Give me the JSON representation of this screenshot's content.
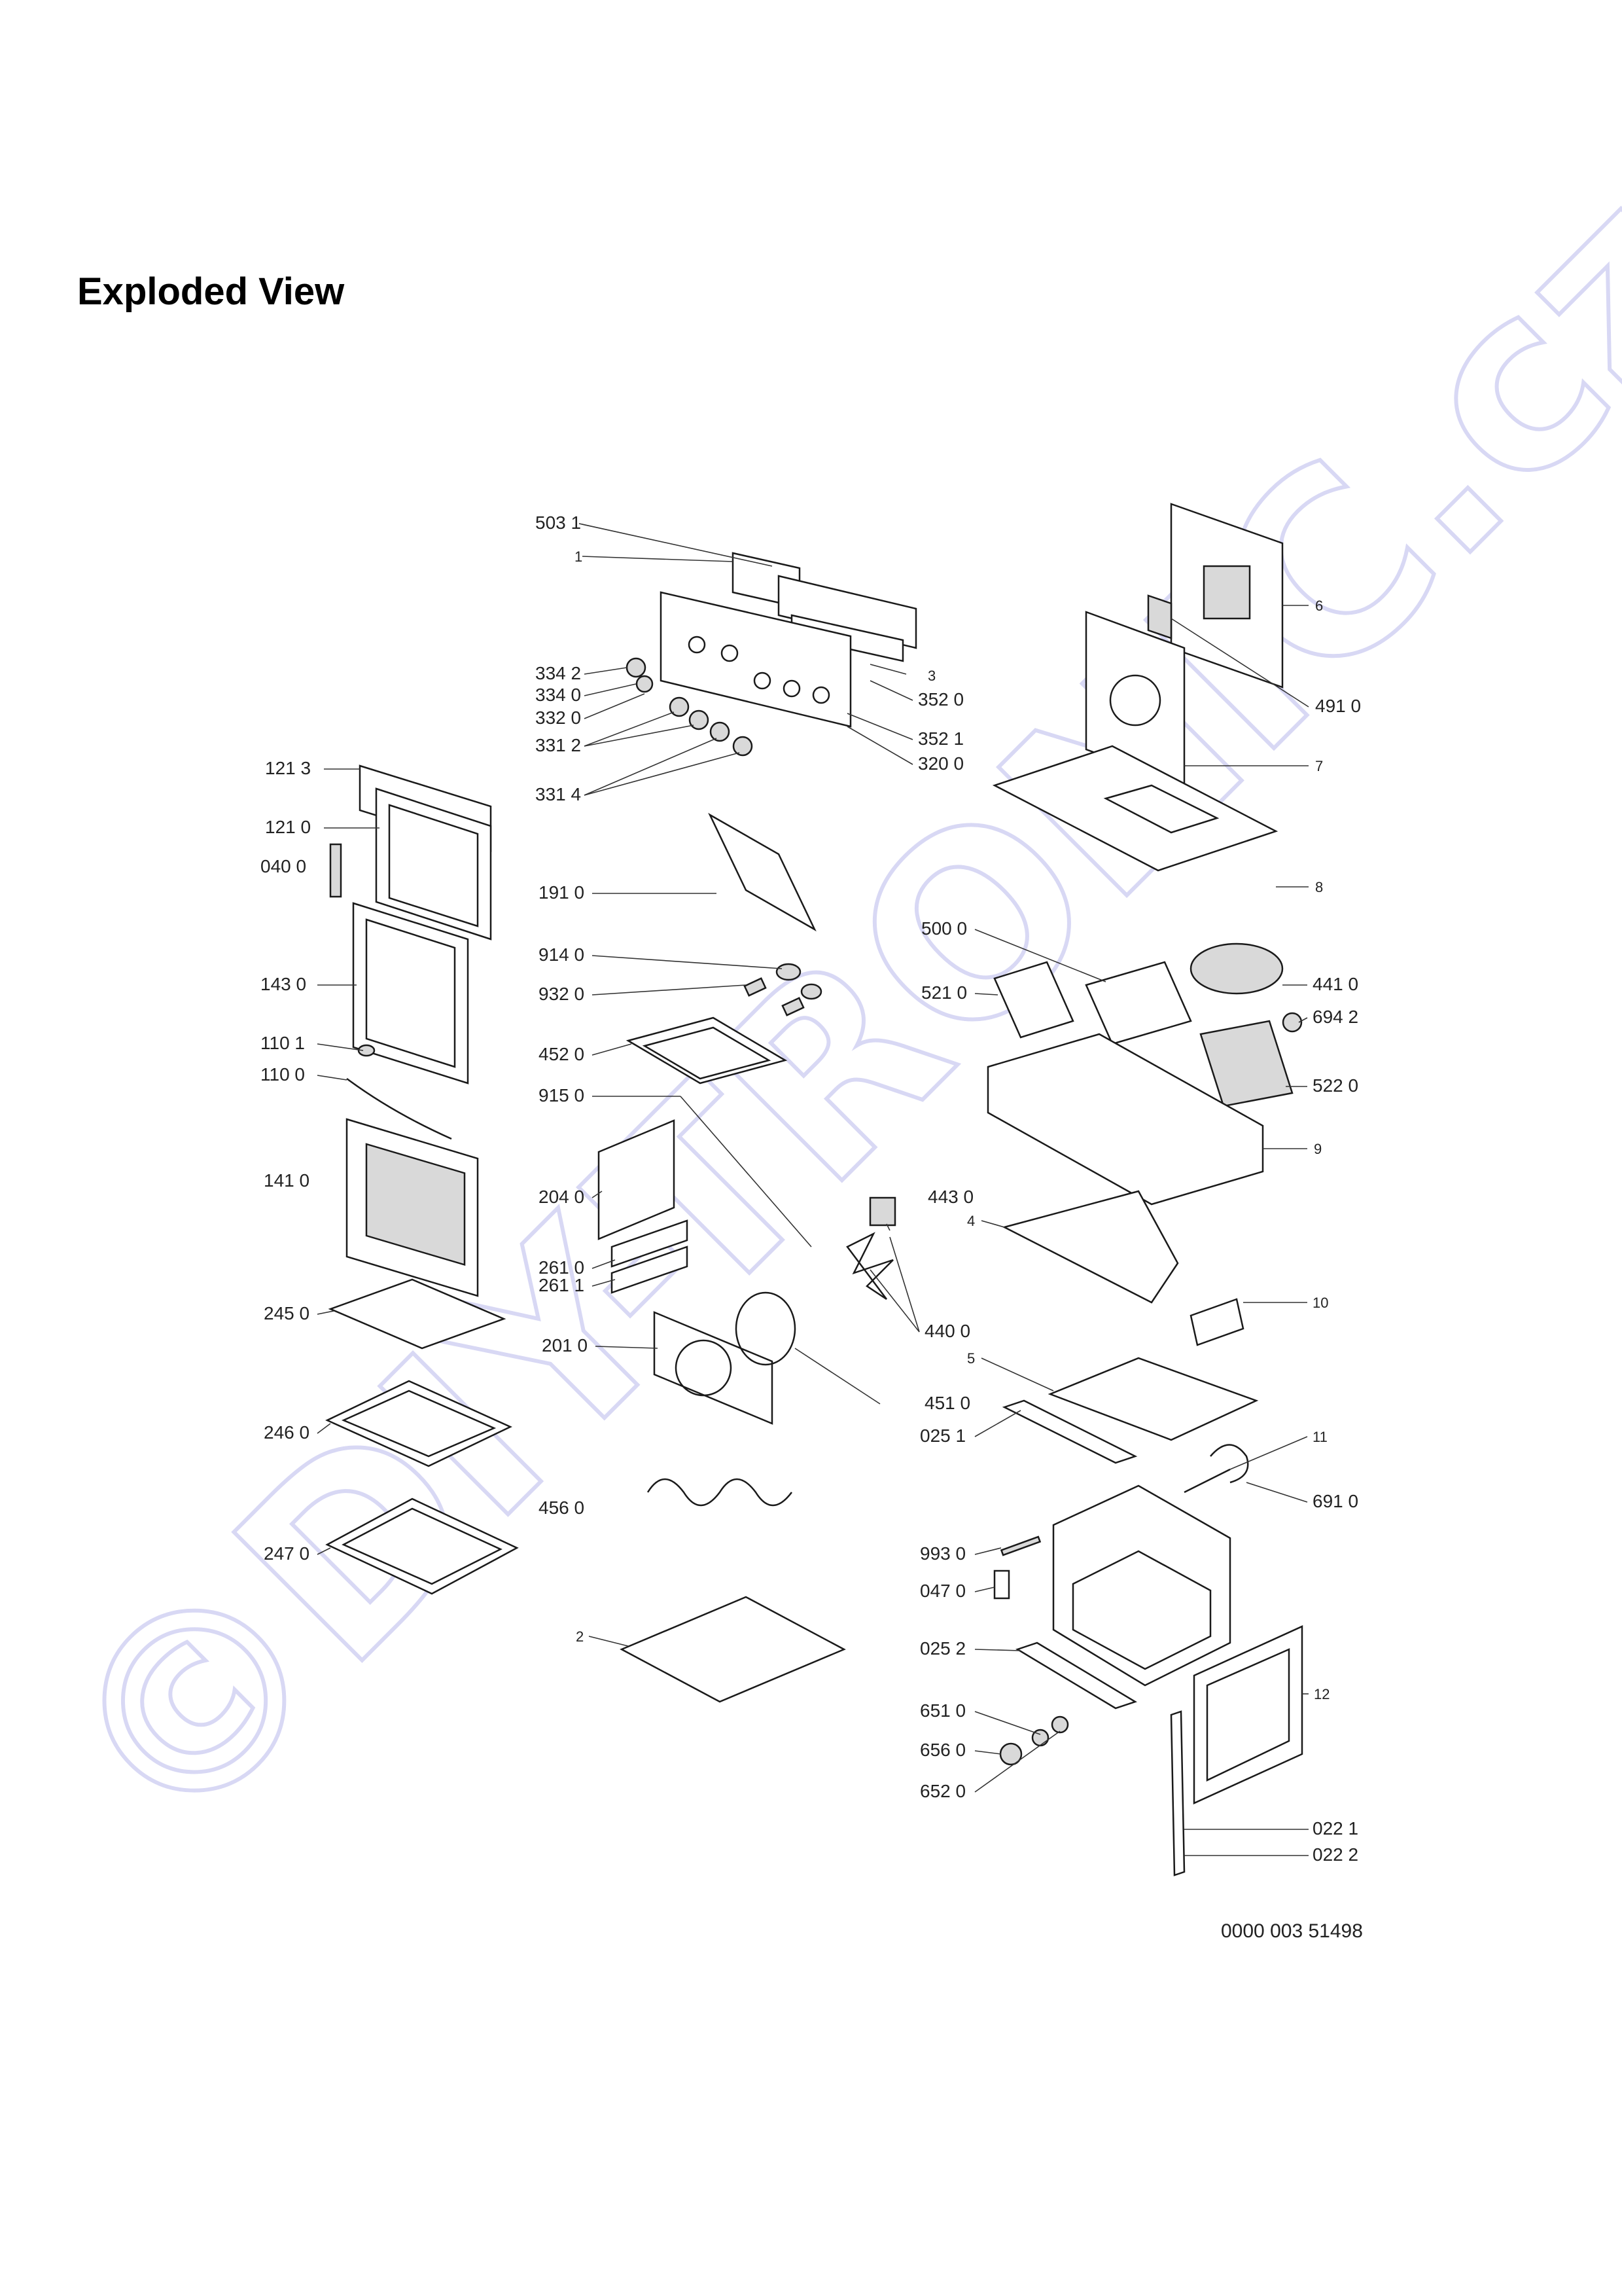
{
  "title": "Exploded View",
  "document_number": "0000 003 51498",
  "watermark": "©DIY-TRONIC.cz",
  "labels": {
    "l5031": "503 1",
    "l1": "1",
    "l3342": "334 2",
    "l3340": "334 0",
    "l3320": "332 0",
    "l3312": "331 2",
    "l3314": "331 4",
    "l3": "3",
    "l3520": "352 0",
    "l3521": "352 1",
    "l3200": "320 0",
    "l6": "6",
    "l4910": "491 0",
    "l7": "7",
    "l8": "8",
    "l1213": "121 3",
    "l1210": "121 0",
    "l0400": "040 0",
    "l1430": "143 0",
    "l1101": "110 1",
    "l1100": "110 0",
    "l1410": "141 0",
    "l2450": "245 0",
    "l2460": "246 0",
    "l2470": "247 0",
    "l1910": "191 0",
    "l9140": "914 0",
    "l9320": "932 0",
    "l4520": "452 0",
    "l9150": "915 0",
    "l2040": "204 0",
    "l2610": "261 0",
    "l2611": "261 1",
    "l2010": "201 0",
    "l4560": "456 0",
    "l2": "2",
    "l4430": "443 0",
    "l4400": "440 0",
    "l4510": "451 0",
    "l5000": "500 0",
    "l5210": "521 0",
    "l4410": "441 0",
    "l6942": "694 2",
    "l5220": "522 0",
    "l9": "9",
    "l4": "4",
    "l10": "10",
    "l5": "5",
    "l0251": "025 1",
    "l11": "11",
    "l6910": "691 0",
    "l9930": "993 0",
    "l0470": "047 0",
    "l0252": "025 2",
    "l6510": "651 0",
    "l6560": "656 0",
    "l6520": "652 0",
    "l12": "12",
    "l0221": "022 1",
    "l0222": "022 2"
  }
}
